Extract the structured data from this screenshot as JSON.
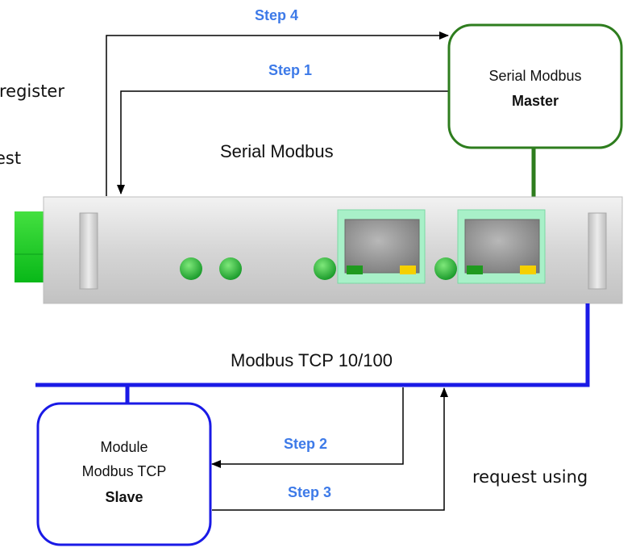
{
  "diagram": {
    "bus_serial_label": "Serial Modbus",
    "bus_tcp_label": "Modbus TCP 10/100",
    "master": {
      "line1": "Serial Modbus",
      "line2": "Master"
    },
    "slave": {
      "line1": "Module",
      "line2": "Modbus TCP",
      "line3": "Slave"
    },
    "steps": {
      "step1": "Step 1",
      "step2": "Step 2",
      "step3": "Step 3",
      "step4": "Step 4"
    },
    "side_text": {
      "register": "register",
      "est": "est",
      "request_using": "request using"
    },
    "colors": {
      "serial_line": "#2e7d1e",
      "tcp_line": "#1a1ae6",
      "step_text": "#3d7ae8",
      "led_green": "#22b33a",
      "port_housing": "#a8f0c8",
      "port_led_yellow": "#f5d000"
    }
  }
}
